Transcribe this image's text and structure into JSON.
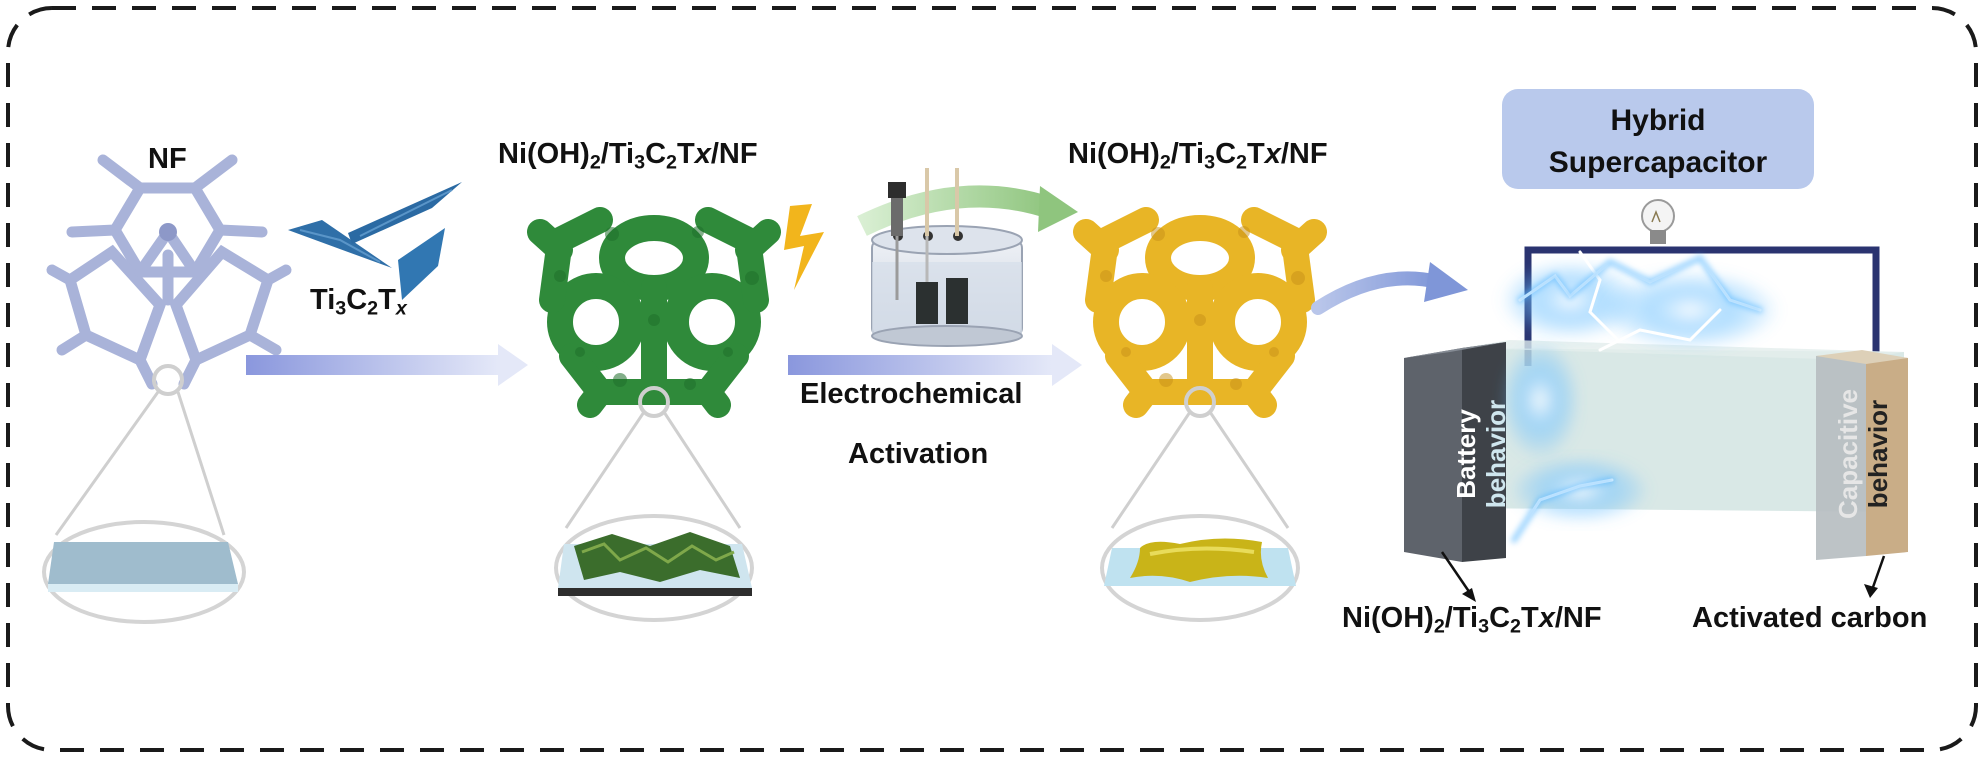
{
  "stages": {
    "nf": {
      "title": "NF"
    },
    "mxene": {
      "label": {
        "p1": "Ti",
        "s1": "3",
        "p2": "C",
        "s2": "2",
        "p3": "T",
        "s3": "x"
      }
    },
    "composite": {
      "title": {
        "p1": "Ni(OH)",
        "s1": "2",
        "p2": "/Ti",
        "s2": "3",
        "p3": "C",
        "s3": "2",
        "p4": "T",
        "p5": "x",
        "p6": "/NF"
      }
    },
    "activation": {
      "line1": "Electrochemical",
      "line2": "Activation"
    },
    "activated": {
      "title": {
        "p1": "Ni(OH)",
        "s1": "2",
        "p2": "/Ti",
        "s2": "3",
        "p3": "C",
        "s3": "2",
        "p4": "T",
        "p5": "x",
        "p6": "/NF"
      }
    }
  },
  "device": {
    "title_line1": "Hybrid",
    "title_line2": "Supercapacitor",
    "left_electrode": {
      "line1": "Battery",
      "line2": "behavior"
    },
    "right_electrode": {
      "line1": "Capacitive",
      "line2": "behavior"
    },
    "left_label": {
      "p1": "Ni(OH)",
      "s1": "2",
      "p2": "/Ti",
      "s2": "3",
      "p3": "C",
      "s3": "2",
      "p4": "T",
      "p5": "x",
      "p6": "/NF"
    },
    "right_label": "Activated carbon"
  },
  "colors": {
    "nf_frame": "#a9b3d9",
    "mxene_flake": "#2f6fa8",
    "composite_green": "#2f8a3a",
    "activated_yellow": "#e8b526",
    "arrow_blue": "#7d8fd6",
    "title_box": "#b9c9ec",
    "lightning": "#f2b51c",
    "electrode_left": "#5e636b",
    "electrode_right": "#c9ad87",
    "electrolyte": "#cfe2e0",
    "spark_blue": "#4fb3ff"
  },
  "icons": [
    "nickel-foam-icon",
    "mxene-flake-icon",
    "lightning-icon",
    "electrochemical-cell-icon",
    "light-bulb-icon"
  ]
}
